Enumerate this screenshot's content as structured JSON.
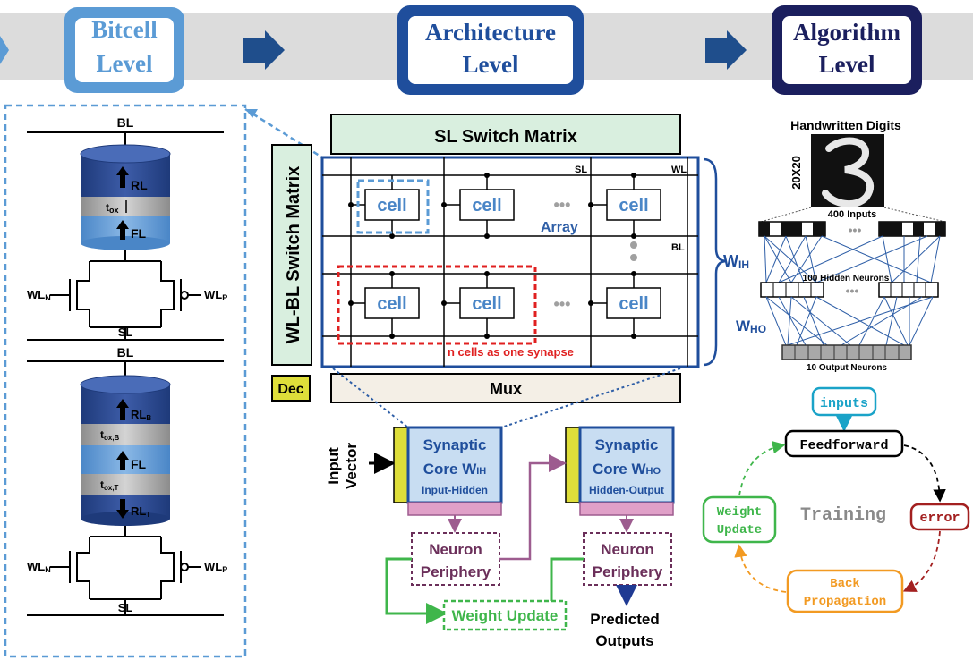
{
  "header": {
    "bitcell_line1": "Bitcell",
    "bitcell_line2": "Level",
    "architecture_line1": "Architecture",
    "architecture_line2": "Level",
    "algorithm_line1": "Algorithm",
    "algorithm_line2": "Level"
  },
  "bitcell": {
    "bl_label": "BL",
    "sl_label": "SL",
    "wln_label": "WL",
    "wln_sub": "N",
    "wlp_label": "WL",
    "wlp_sub": "P",
    "top": {
      "rl_label": "RL",
      "tox_label": "t",
      "tox_sub": "ox",
      "fl_label": "FL"
    },
    "bottom": {
      "rlb_label": "RL",
      "rlb_sub": "B",
      "toxb_label": "t",
      "toxb_sub": "ox,B",
      "fl_label": "FL",
      "toxt_label": "t",
      "toxt_sub": "ox,T",
      "rlt_label": "RL",
      "rlt_sub": "T"
    }
  },
  "architecture": {
    "sl_switch_matrix": "SL Switch Matrix",
    "wl_bl_switch_matrix": "WL-BL Switch Matrix",
    "sl_label": "SL",
    "wl_label": "WL",
    "bl_label": "BL",
    "cell_label": "cell",
    "array_label": "Array",
    "ellipsis": "•••",
    "synapse_label": "n cells as one synapse",
    "dec_label": "Dec",
    "mux_label": "Mux",
    "wih_label": "W",
    "wih_sub": "IH",
    "input_vector_line1": "Input",
    "input_vector_line2": "Vector",
    "core1": {
      "line1": "Synaptic",
      "line2": "Core W",
      "sub": "IH",
      "line3": "Input-Hidden"
    },
    "core2": {
      "line1": "Synaptic",
      "line2": "Core W",
      "sub": "HO",
      "line3": "Hidden-Output"
    },
    "neuron_line1": "Neuron",
    "neuron_line2": "Periphery",
    "weight_update": "Weight Update",
    "predicted_line1": "Predicted",
    "predicted_line2": "Outputs"
  },
  "algorithm": {
    "handwritten_title": "Handwritten Digits",
    "grid_label": "20X20",
    "inputs_count": "400 Inputs",
    "hidden_neurons": "100 Hidden Neurons",
    "output_neurons": "10 Output Neurons",
    "who_label": "W",
    "who_sub": "HO",
    "ellipsis": "•••",
    "training_cycle": {
      "inputs": "inputs",
      "feedforward": "Feedforward",
      "error": "error",
      "back_line1": "Back",
      "back_line2": "Propagation",
      "weight_line1": "Weight",
      "weight_line2": "Update",
      "center": "Training"
    }
  }
}
